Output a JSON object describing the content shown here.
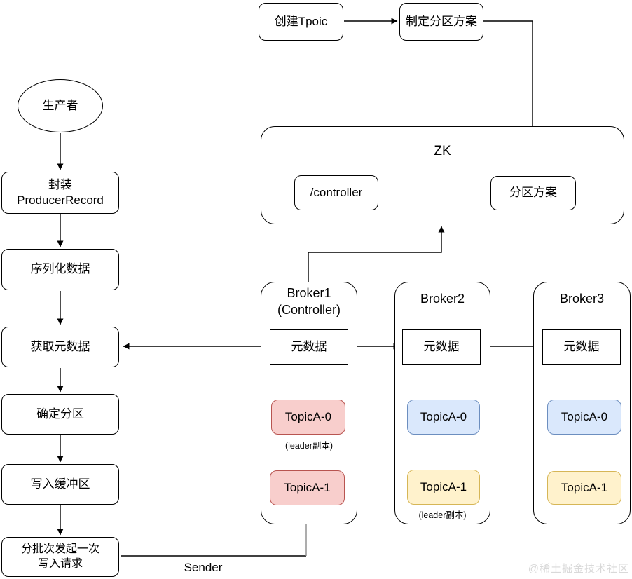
{
  "top_flow": {
    "create_topic": "创建Tpoic",
    "make_partition_plan": "制定分区方案"
  },
  "producer_flow": {
    "start": "生产者",
    "steps": [
      {
        "label": "封装\nProducerRecord"
      },
      {
        "label": "序列化数据"
      },
      {
        "label": "获取元数据"
      },
      {
        "label": "确定分区"
      },
      {
        "label": "写入缓冲区"
      },
      {
        "label": "分批次发起一次\n写入请求"
      }
    ]
  },
  "zk": {
    "title": "ZK",
    "controller_node": "/controller",
    "partition_plan": "分区方案"
  },
  "brokers": [
    {
      "title": "Broker1\n(Controller)",
      "metadata": "元数据",
      "topics": [
        {
          "label": "TopicA-0",
          "note": "(leader副本)"
        },
        {
          "label": "TopicA-1"
        }
      ]
    },
    {
      "title": "Broker2",
      "metadata": "元数据",
      "topics": [
        {
          "label": "TopicA-0"
        },
        {
          "label": "TopicA-1",
          "note": "(leader副本)"
        }
      ]
    },
    {
      "title": "Broker3",
      "metadata": "元数据",
      "topics": [
        {
          "label": "TopicA-0"
        },
        {
          "label": "TopicA-1"
        }
      ]
    }
  ],
  "sender_label": "Sender",
  "watermark": "@稀土掘金技术社区",
  "colors": {
    "red": {
      "fill": "#f8cecc",
      "border": "#b85450"
    },
    "blue": {
      "fill": "#dae8fc",
      "border": "#6c8ebf"
    },
    "yellow": {
      "fill": "#fff2cc",
      "border": "#d6b656"
    },
    "line": "#000000",
    "sender_line": "#8a8a8a",
    "watermark": "#d9d9d9"
  }
}
